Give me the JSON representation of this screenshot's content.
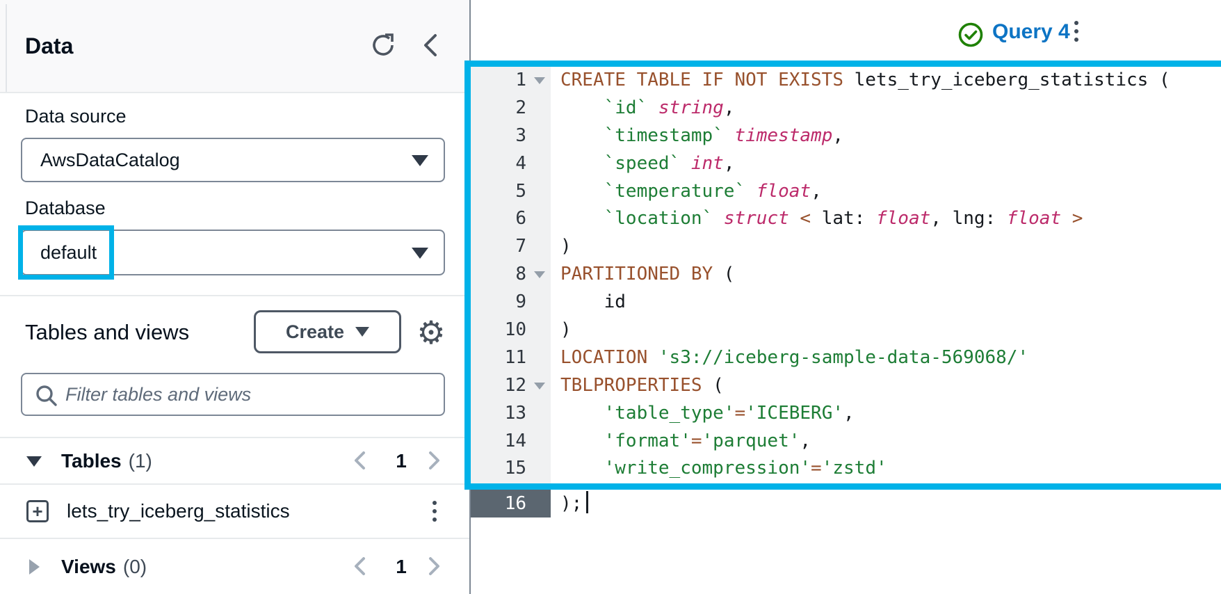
{
  "colors": {
    "highlight": "#00b2e8",
    "keyword_brown": "#98512d",
    "identifier_green": "#1d7d35",
    "type_magenta": "#bc2a6a",
    "query_title_blue": "#0d74c4",
    "success_green": "#1f8104",
    "active_line_gutter": "#5b6670"
  },
  "left_panel": {
    "title": "Data",
    "data_source": {
      "label": "Data source",
      "value": "AwsDataCatalog"
    },
    "database": {
      "label": "Database",
      "value": "default"
    },
    "tables_and_views": {
      "title": "Tables and views",
      "create_button": "Create"
    },
    "filter": {
      "placeholder": "Filter tables and views"
    },
    "tables_section": {
      "label": "Tables",
      "count": "(1)",
      "page": "1"
    },
    "table_items": [
      "lets_try_iceberg_statistics"
    ],
    "views_section": {
      "label": "Views",
      "count": "(0)",
      "page": "1"
    },
    "icons": {
      "settings_glyph": "⚙",
      "table_item_glyph": "+"
    }
  },
  "query_tab": {
    "title": "Query 4",
    "status": "success"
  },
  "editor": {
    "active_line": 16,
    "fold_lines": [
      1,
      8,
      12
    ],
    "lines": [
      {
        "n": 1,
        "tokens": [
          [
            "kw",
            "CREATE TABLE IF NOT EXISTS"
          ],
          [
            "pl",
            " lets_try_iceberg_statistics ("
          ]
        ]
      },
      {
        "n": 2,
        "tokens": [
          [
            "pl",
            "    "
          ],
          [
            "id",
            "`id`"
          ],
          [
            "pl",
            " "
          ],
          [
            "ty",
            "string"
          ],
          [
            "pl",
            ","
          ]
        ]
      },
      {
        "n": 3,
        "tokens": [
          [
            "pl",
            "    "
          ],
          [
            "id",
            "`timestamp`"
          ],
          [
            "pl",
            " "
          ],
          [
            "ty",
            "timestamp"
          ],
          [
            "pl",
            ","
          ]
        ]
      },
      {
        "n": 4,
        "tokens": [
          [
            "pl",
            "    "
          ],
          [
            "id",
            "`speed`"
          ],
          [
            "pl",
            " "
          ],
          [
            "ty",
            "int"
          ],
          [
            "pl",
            ","
          ]
        ]
      },
      {
        "n": 5,
        "tokens": [
          [
            "pl",
            "    "
          ],
          [
            "id",
            "`temperature`"
          ],
          [
            "pl",
            " "
          ],
          [
            "ty",
            "float"
          ],
          [
            "pl",
            ","
          ]
        ]
      },
      {
        "n": 6,
        "tokens": [
          [
            "pl",
            "    "
          ],
          [
            "id",
            "`location`"
          ],
          [
            "pl",
            " "
          ],
          [
            "ty",
            "struct"
          ],
          [
            "pl",
            " "
          ],
          [
            "op",
            "<"
          ],
          [
            "pl",
            " lat: "
          ],
          [
            "ty",
            "float"
          ],
          [
            "pl",
            ", lng: "
          ],
          [
            "ty",
            "float"
          ],
          [
            "pl",
            " "
          ],
          [
            "op",
            ">"
          ]
        ]
      },
      {
        "n": 7,
        "tokens": [
          [
            "pl",
            ")"
          ]
        ]
      },
      {
        "n": 8,
        "tokens": [
          [
            "kw",
            "PARTITIONED BY"
          ],
          [
            "pl",
            " ("
          ]
        ]
      },
      {
        "n": 9,
        "tokens": [
          [
            "pl",
            "    id"
          ]
        ]
      },
      {
        "n": 10,
        "tokens": [
          [
            "pl",
            ")"
          ]
        ]
      },
      {
        "n": 11,
        "tokens": [
          [
            "kw",
            "LOCATION"
          ],
          [
            "pl",
            " "
          ],
          [
            "str",
            "'s3://iceberg-sample-data-569068/'"
          ]
        ]
      },
      {
        "n": 12,
        "tokens": [
          [
            "kw",
            "TBLPROPERTIES"
          ],
          [
            "pl",
            " ("
          ]
        ]
      },
      {
        "n": 13,
        "tokens": [
          [
            "pl",
            "    "
          ],
          [
            "str",
            "'table_type'"
          ],
          [
            "op",
            "="
          ],
          [
            "str",
            "'ICEBERG'"
          ],
          [
            "pl",
            ","
          ]
        ]
      },
      {
        "n": 14,
        "tokens": [
          [
            "pl",
            "    "
          ],
          [
            "str",
            "'format'"
          ],
          [
            "op",
            "="
          ],
          [
            "str",
            "'parquet'"
          ],
          [
            "pl",
            ","
          ]
        ]
      },
      {
        "n": 15,
        "tokens": [
          [
            "pl",
            "    "
          ],
          [
            "str",
            "'write_compression'"
          ],
          [
            "op",
            "="
          ],
          [
            "str",
            "'zstd'"
          ]
        ]
      },
      {
        "n": 16,
        "tokens": [
          [
            "pl",
            ");"
          ]
        ],
        "cursor": true
      }
    ]
  }
}
